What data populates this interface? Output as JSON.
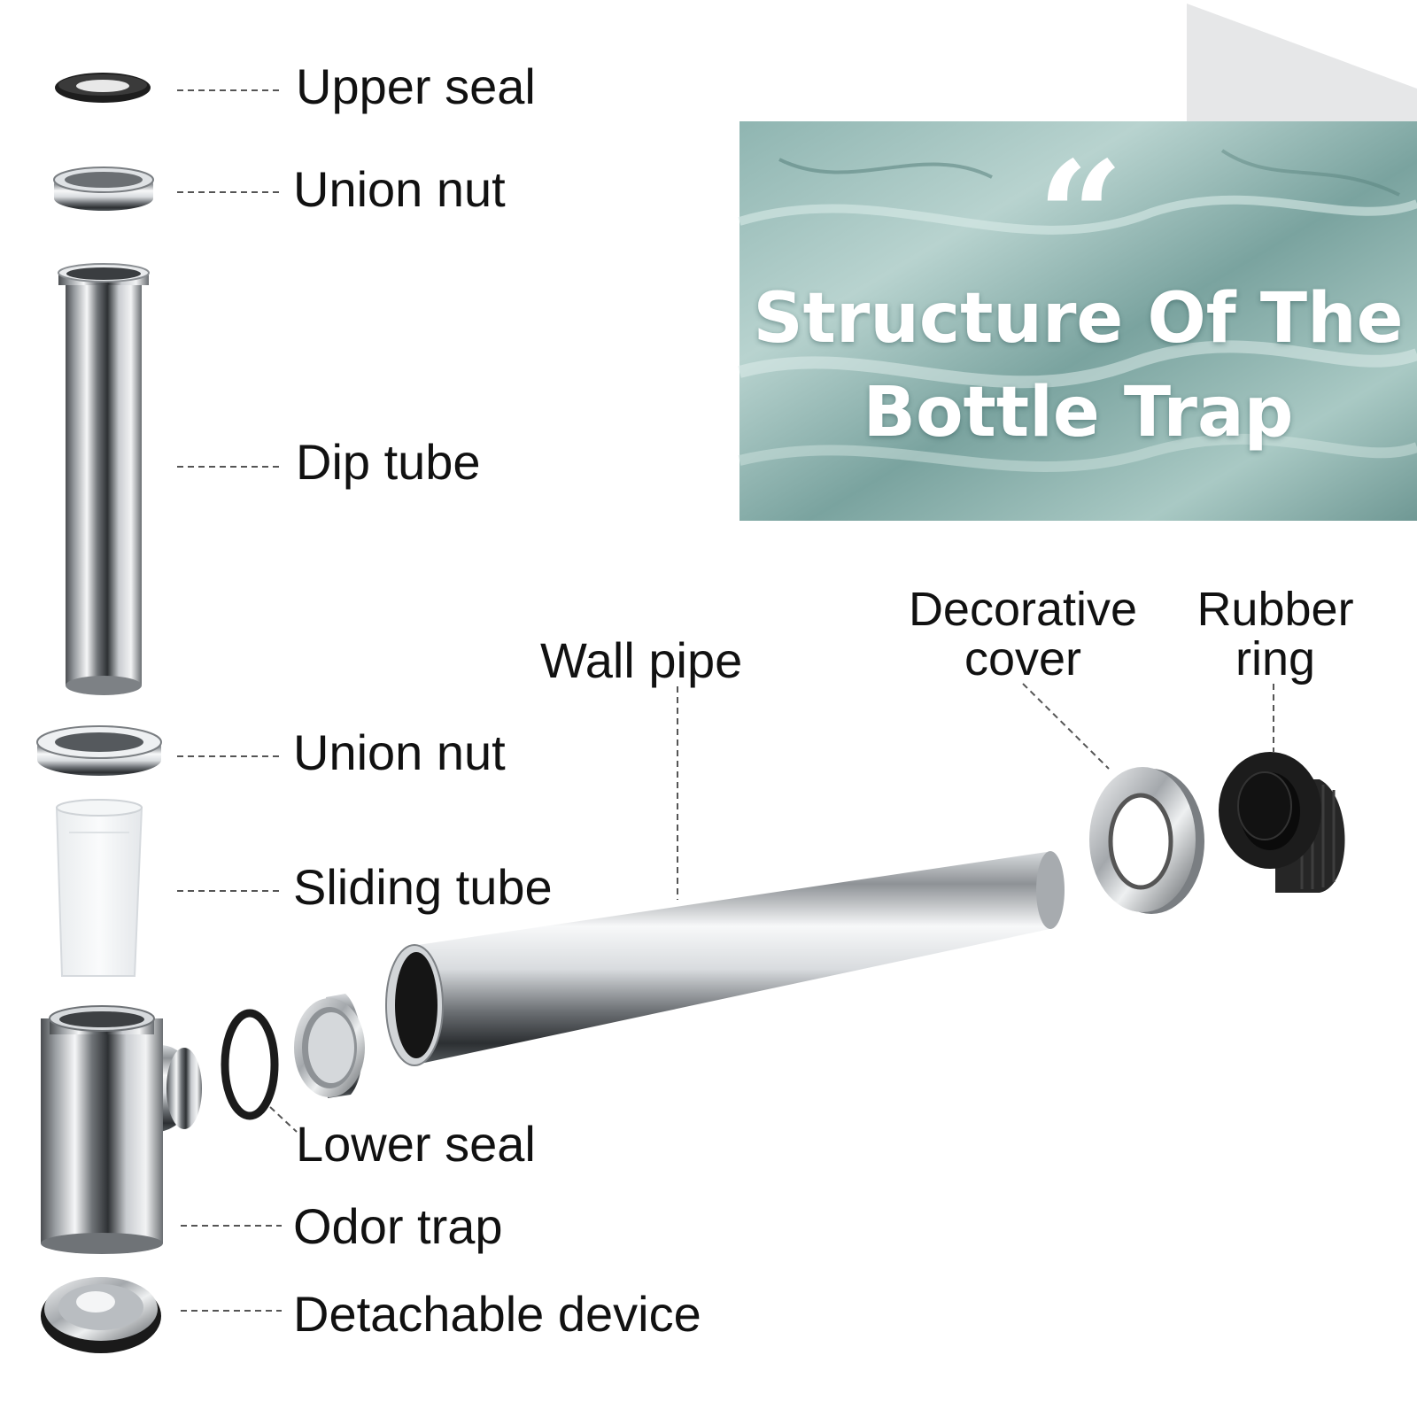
{
  "title": {
    "line1": "Structure Of The",
    "line2": "Bottle Trap"
  },
  "quote_mark": "“",
  "labels": {
    "upper_seal": "Upper seal",
    "union_nut_top": "Union nut",
    "dip_tube": "Dip tube",
    "union_nut_bottom": "Union nut",
    "sliding_tube": "Sliding tube",
    "lower_seal": "Lower seal",
    "odor_trap": "Odor trap",
    "detachable_device": "Detachable device",
    "wall_pipe": "Wall pipe",
    "decorative_cover": {
      "line1": "Decorative",
      "line2": "cover"
    },
    "rubber_ring": {
      "line1": "Rubber",
      "line2": "ring"
    }
  },
  "colors": {
    "label_text": "#111111",
    "title_text": "#ffffff",
    "water_dark": "#5f8f8c",
    "water_light": "#bcd6d2",
    "chrome_dark": "#3a3d40",
    "chrome_light": "#f4f5f6",
    "rubber": "#1e1e1e",
    "leader_line": "#555555"
  }
}
